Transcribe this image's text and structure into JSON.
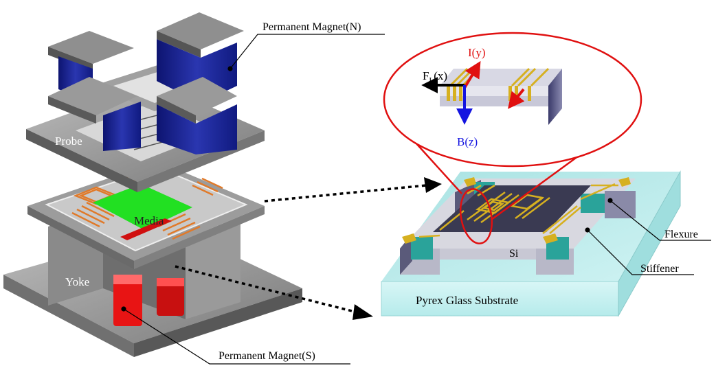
{
  "labels": {
    "magnet_n": "Permanent Magnet(N)",
    "magnet_s": "Permanent Magnet(S)",
    "probe": "Probe",
    "media": "Media",
    "yoke": "Yoke",
    "current": "I(y)",
    "force": "F",
    "force_sub": "L",
    "force_axis": "(x)",
    "field": "B(z)",
    "si": "Si",
    "flexure": "Flexure",
    "stiffener": "Stiffener",
    "substrate": "Pyrex Glass Substrate"
  },
  "colors": {
    "magnet_blue": "#17208a",
    "magnet_top": "#8f8f8f",
    "media_green": "#22e022",
    "coil_orange": "#e07a2a",
    "magnet_red": "#e81414",
    "glass": "#c8f0f0",
    "gold": "#d6b020",
    "teal": "#2aa39a",
    "callout_red": "#e01010",
    "arrow_black": "#000000",
    "arrow_blue": "#1414e0"
  }
}
